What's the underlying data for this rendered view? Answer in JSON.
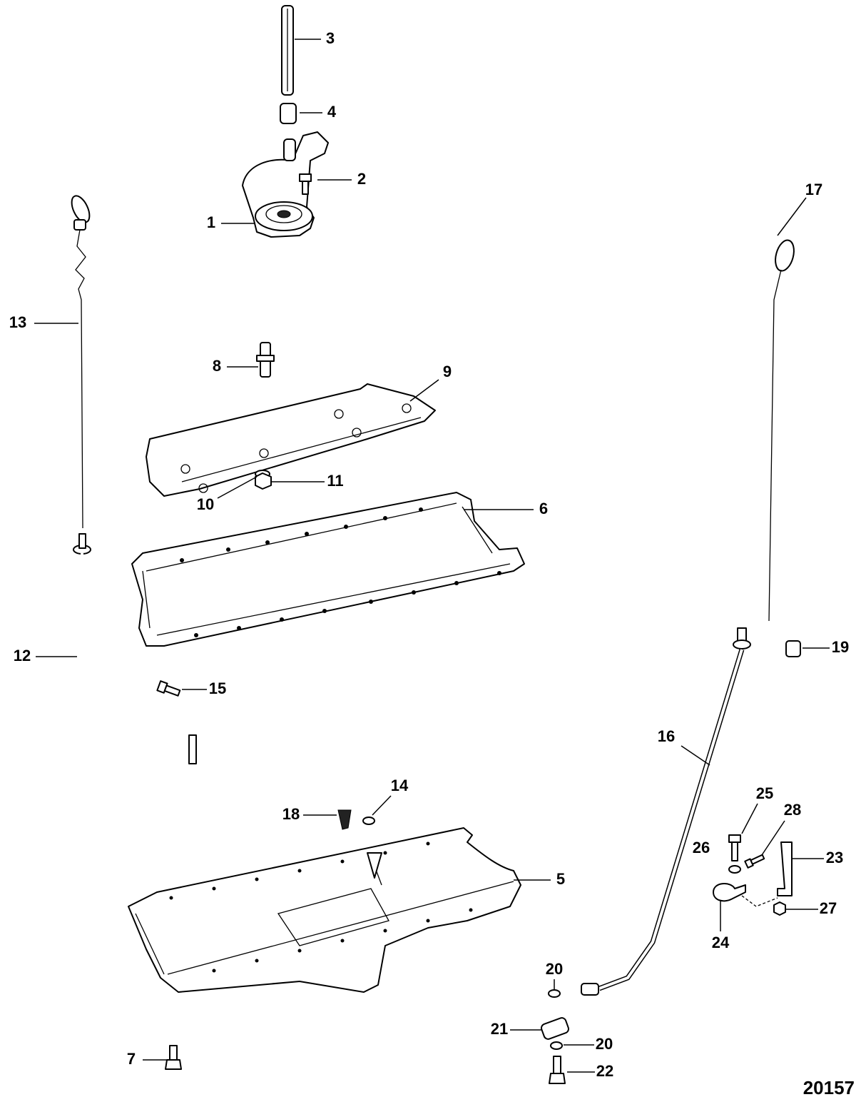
{
  "diagram": {
    "callouts": {
      "c1": "1",
      "c2": "2",
      "c3": "3",
      "c4": "4",
      "c5": "5",
      "c6": "6",
      "c7": "7",
      "c8": "8",
      "c9": "9",
      "c10": "10",
      "c11": "11",
      "c12": "12",
      "c13": "13",
      "c14": "14",
      "c15": "15",
      "c16": "16",
      "c17": "17",
      "c18": "18",
      "c19": "19",
      "c20a": "20",
      "c20b": "20",
      "c21": "21",
      "c22": "22",
      "c23": "23",
      "c24": "24",
      "c25": "25",
      "c26": "26",
      "c27": "27",
      "c28": "28"
    },
    "figure_id": "20157"
  }
}
